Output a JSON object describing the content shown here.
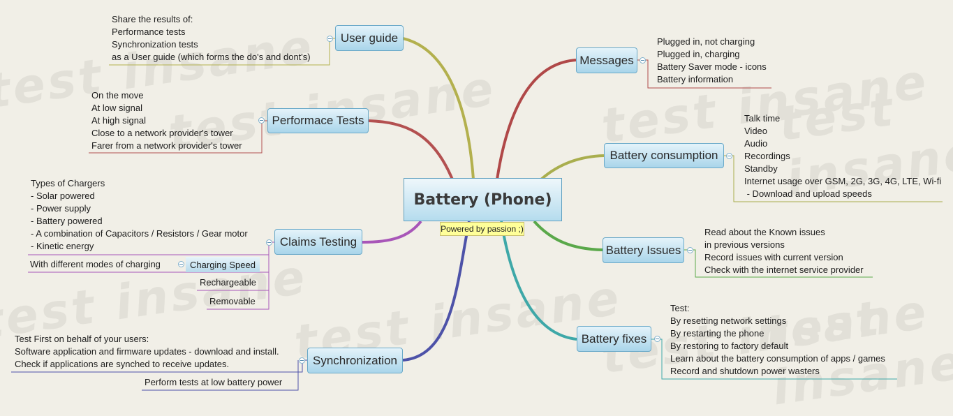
{
  "central": {
    "title": "Battery (Phone)",
    "tagline": "Powered by passion ;)"
  },
  "watermark": "test insane",
  "branches": {
    "user_guide": {
      "label": "User guide",
      "notes": [
        "Share the results of:",
        "Performance tests",
        "Synchronization tests",
        "as a User guide (which forms the do's and dont's)"
      ]
    },
    "performance_tests": {
      "label": "Performace Tests",
      "notes": [
        "On the move",
        "At low signal",
        "At high signal",
        "Close to a network provider's tower",
        "Farer from a network provider's tower"
      ]
    },
    "claims_testing": {
      "label": "Claims Testing",
      "notes": [
        "Types of Chargers",
        "- Solar powered",
        "- Power supply",
        "- Battery powered",
        "- A combination of Capacitors / Resistors / Gear motor",
        "- Kinetic energy"
      ],
      "charging_speed": {
        "label": "Charging Speed",
        "note": "With different modes of charging"
      },
      "rechargeable": "Rechargeable",
      "removable": "Removable"
    },
    "synchronization": {
      "label": "Synchronization",
      "notes": [
        "Test First on behalf of your users:",
        "Software application and firmware updates - download and install.",
        "Check if applications are synched to receive updates."
      ],
      "low_battery": "Perform tests at low battery power"
    },
    "messages": {
      "label": "Messages",
      "notes": [
        "Plugged in, not charging",
        "Plugged in, charging",
        "Battery Saver mode - icons",
        "Battery information"
      ]
    },
    "battery_consumption": {
      "label": "Battery consumption",
      "notes": [
        "Talk time",
        "Video",
        "Audio",
        "Recordings",
        "Standby",
        "Internet usage over GSM, 2G, 3G, 4G, LTE, Wi-fi",
        " - Download and upload speeds"
      ]
    },
    "battery_issues": {
      "label": "Battery Issues",
      "notes": [
        "Read about the Known issues",
        "in previous versions",
        "Record issues with current version",
        "Check with the internet service provider"
      ]
    },
    "battery_fixes": {
      "label": "Battery fixes",
      "notes": [
        "Test:",
        "By resetting network settings",
        "By restarting the phone",
        "By restoring to factory default",
        "Learn about the battery consumption of apps / games",
        "Record and shutdown power wasters"
      ]
    }
  },
  "colors": {
    "user_guide": "#b3b04e",
    "performance_tests": "#b35050",
    "claims_testing": "#a856b8",
    "synchronization": "#4d52a8",
    "messages": "#b04848",
    "battery_consumption": "#a9ae4e",
    "battery_issues": "#5aa84a",
    "battery_fixes": "#3ea8a8"
  }
}
